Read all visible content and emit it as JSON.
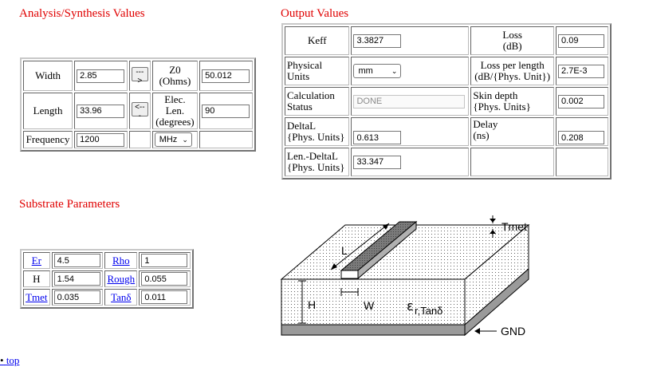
{
  "analysis": {
    "heading": "Analysis/Synthesis Values",
    "width_label": "Width",
    "width_value": "2.85",
    "analyze_button": "--->",
    "z0_label_1": "Z0",
    "z0_label_2": "(Ohms)",
    "z0_value": "50.012",
    "length_label": "Length",
    "length_value": "33.96",
    "synthesize_button": "<---",
    "elec_len_label_1": "Elec. Len.",
    "elec_len_label_2": "(degrees)",
    "elec_len_value": "90",
    "frequency_label": "Frequency",
    "frequency_value": "1200",
    "frequency_unit": "MHz"
  },
  "output": {
    "heading": "Output Values",
    "keff_label": "Keff",
    "keff_value": "3.3827",
    "loss_label_1": "Loss",
    "loss_label_2": "(dB)",
    "loss_value": "0.09",
    "units_label_1": "Physical",
    "units_label_2": "Units",
    "units_value": "mm",
    "loss_per_len_label_1": "Loss per length",
    "loss_per_len_label_2": "(dB/{Phys. Unit})",
    "loss_per_len_value": "2.7E-3",
    "status_label_1": "Calculation",
    "status_label_2": "Status",
    "status_value": "DONE",
    "skin_label_1": "Skin depth",
    "skin_label_2": "{Phys. Units}",
    "skin_value": "0.002",
    "deltal_label_1": "DeltaL",
    "deltal_label_2": "{Phys. Units}",
    "deltal_value": "0.613",
    "delay_label_1": "Delay",
    "delay_label_2": "(ns)",
    "delay_value": "0.208",
    "lendeltal_label_1": "Len.-DeltaL",
    "lendeltal_label_2": "{Phys. Units}",
    "lendeltal_value": "33.347"
  },
  "substrate": {
    "heading": "Substrate Parameters",
    "er_label": "Er",
    "er_value": "4.5",
    "rho_label": "Rho",
    "rho_value": "1",
    "h_label": "H",
    "h_value": "1.54",
    "rough_label": "Rough",
    "rough_value": "0.055",
    "tmet_label": "Tmet",
    "tmet_value": "0.035",
    "tand_label": "Tanδ",
    "tand_value": "0.011"
  },
  "diagram": {
    "label_tmet": "Tmet",
    "label_l": "L",
    "label_w": "W",
    "label_h": "H",
    "label_eps": "ε",
    "label_eps_sub": "r,Tanδ",
    "label_gnd": "GND"
  },
  "footer": {
    "top_link": "top"
  }
}
